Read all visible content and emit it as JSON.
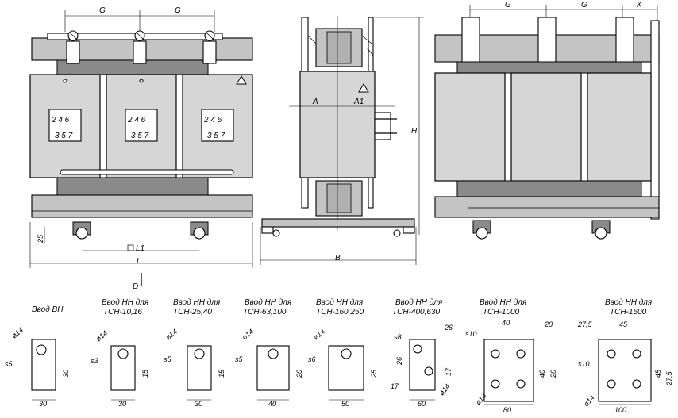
{
  "front_view": {
    "dim_g_left": "G",
    "dim_g_right": "G",
    "dim_25": "25",
    "dim_l1": "L1",
    "dim_l": "L",
    "tap_panels": [
      {
        "top": "2 4 6",
        "bottom": "3 5 7"
      },
      {
        "top": "2 4 6",
        "bottom": "3 5 7"
      },
      {
        "top": "2 4 6",
        "bottom": "3 5 7"
      }
    ],
    "section_mark": "D"
  },
  "side_view": {
    "dim_a": "A",
    "dim_a1": "A1",
    "dim_h": "H",
    "dim_b": "B"
  },
  "rear_view": {
    "dim_g1": "G",
    "dim_g2": "G",
    "dim_k": "K"
  },
  "terminals": [
    {
      "title1": "Ввод ВН",
      "title2": "",
      "dims": {
        "hole": "ø14",
        "thk": "s5",
        "width": "30",
        "height": "30"
      }
    },
    {
      "title1": "Ввод НН для",
      "title2": "ТСН-10,16",
      "dims": {
        "hole": "ø14",
        "thk": "s3",
        "width": "30",
        "height": "15"
      }
    },
    {
      "title1": "Ввод НН для",
      "title2": "ТСН-25,40",
      "dims": {
        "hole": "ø14",
        "thk": "s5",
        "width": "30",
        "height": "15"
      }
    },
    {
      "title1": "Ввод НН для",
      "title2": "ТСН-63,100",
      "dims": {
        "hole": "ø14",
        "thk": "s5",
        "width": "40",
        "height": "20"
      }
    },
    {
      "title1": "Ввод НН для",
      "title2": "ТСН-160,250",
      "dims": {
        "hole": "ø14",
        "thk": "s6",
        "width": "50",
        "height": "25"
      }
    },
    {
      "title1": "Ввод НН для",
      "title2": "ТСН-400,630",
      "dims": {
        "hole": "ø14",
        "thk": "s8",
        "top": "26",
        "left1": "26",
        "left2": "17",
        "right": "17",
        "width": "60"
      }
    },
    {
      "title1": "Ввод НН для",
      "title2": "ТСН-1000",
      "dims": {
        "hole": "ø14",
        "thk": "s10",
        "top1": "40",
        "top2": "20",
        "right1": "40",
        "right2": "20",
        "width": "80"
      }
    },
    {
      "title1": "Ввод НН для",
      "title2": "ТСН-1600",
      "dims": {
        "hole": "ø14",
        "thk": "s10",
        "top0": "27,5",
        "top1": "45",
        "right1": "45",
        "right2": "27,5",
        "width": "100"
      }
    }
  ],
  "colors": {
    "line": "#000000",
    "panel": "#d6d6d6",
    "bar": "#c4c4c4"
  }
}
